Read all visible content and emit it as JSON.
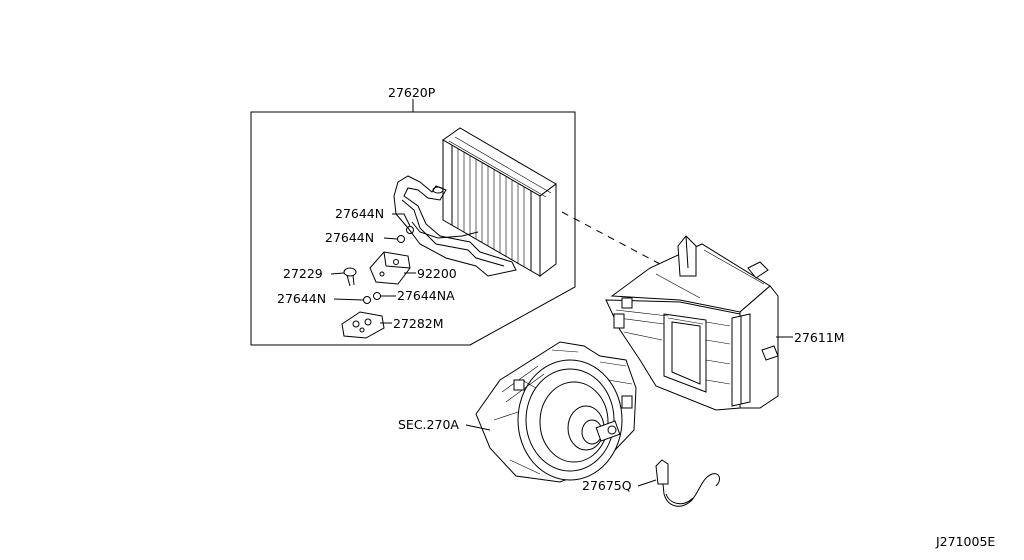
{
  "diagram": {
    "code": "J271005E",
    "labels": {
      "evaporator_kit": "27620P",
      "o_ring_upper_1": "27644N",
      "o_ring_upper_2": "27644N",
      "bolt": "27229",
      "expansion_valve": "92200",
      "o_ring_lower_left": "27644N",
      "o_ring_lower_right": "27644NA",
      "seal": "27282M",
      "heater_unit": "27611M",
      "blower_section": "SEC.270A",
      "harness": "27675Q"
    }
  }
}
